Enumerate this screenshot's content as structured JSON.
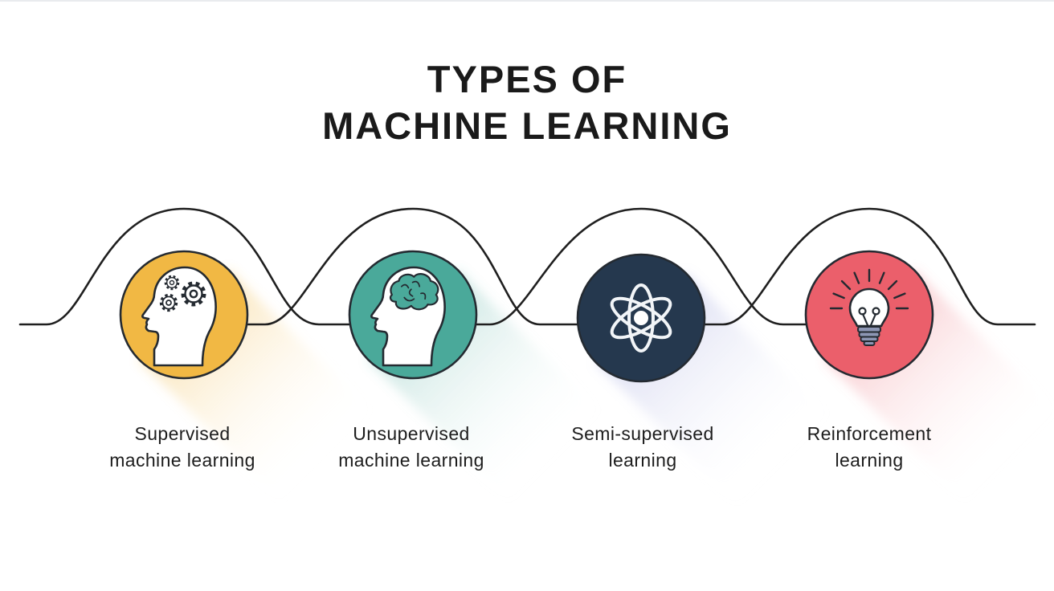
{
  "title": {
    "line1": "TYPES OF",
    "line2": "MACHINE LEARNING"
  },
  "items": [
    {
      "label_line1": "Supervised",
      "label_line2": "machine learning",
      "color": "#F1B844",
      "shadow": "#F1B844",
      "icon": "head-with-gears-icon"
    },
    {
      "label_line1": "Unsupervised",
      "label_line2": "machine learning",
      "color": "#4AA99A",
      "shadow": "#4AA99A",
      "icon": "head-with-brain-icon"
    },
    {
      "label_line1": "Semi-supervised",
      "label_line2": "learning",
      "color": "#25384E",
      "shadow": "#8F96D8",
      "icon": "atom-icon"
    },
    {
      "label_line1": "Reinforcement",
      "label_line2": "learning",
      "color": "#EB5F6B",
      "shadow": "#EB5F6B",
      "icon": "lightbulb-icon"
    }
  ],
  "style": {
    "line_color": "#1F1F1F",
    "icon_stroke": "#242A31",
    "title_color": "#1A1A1A",
    "label_color": "#1D1D1D",
    "background": "#FFFFFF",
    "bulb_base_color": "#8D96B4",
    "atom_stroke": "#F2F5F8"
  }
}
